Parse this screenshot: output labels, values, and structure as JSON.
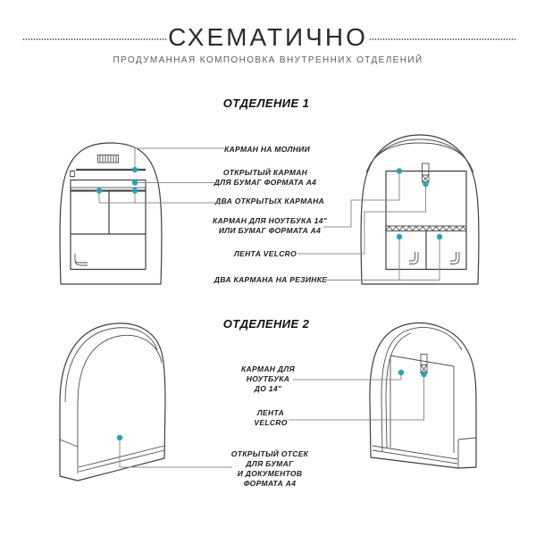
{
  "header": {
    "title": "СХЕМАТИЧНО",
    "subtitle": "ПРОДУМАННАЯ КОМПОНОВКА ВНУТРЕННИХ ОТДЕЛЕНИЙ"
  },
  "section1": {
    "heading": "ОТДЕЛЕНИЕ 1",
    "labels": {
      "zipper_pocket": "КАРМАН НА МОЛНИИ",
      "open_pocket_a4": "ОТКРЫТЫЙ КАРМАН\nДЛЯ БУМАГ ФОРМАТА А4",
      "two_open_pockets": "ДВА ОТКРЫТЫХ КАРМАНА",
      "laptop_pocket": "КАРМАН ДЛЯ НОУТБУКА 14\"\nИЛИ БУМАГ ФОРМАТА А4",
      "velcro": "ЛЕНТА VELCRO",
      "two_elastic_pockets": "ДВА КАРМАНА НА РЕЗИНКЕ"
    }
  },
  "section2": {
    "heading": "ОТДЕЛЕНИЕ 2",
    "labels": {
      "laptop_pocket": "КАРМАН ДЛЯ\nНОУТБУКА\nДО 14\"",
      "velcro": "ЛЕНТА\nVELCRO",
      "open_compartment": "ОТКРЫТЫЙ ОТСЕК\nДЛЯ БУМАГ\nИ ДОКУМЕНТОВ\nФОРМАТА А4"
    }
  },
  "colors": {
    "marker": "#2aa2b8",
    "line_art": "#3f3f3f",
    "connector": "#8f8f8f"
  }
}
